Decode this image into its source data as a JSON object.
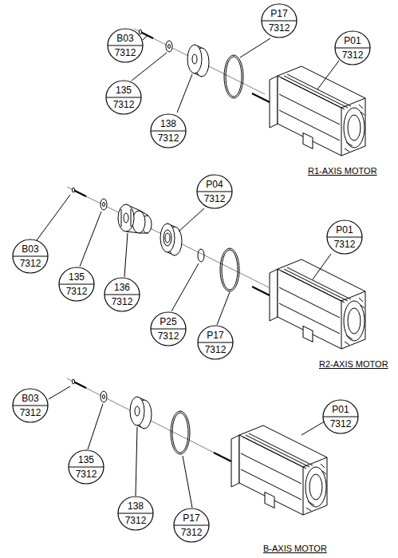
{
  "diagram": {
    "nodes": [
      {
        "text": [
          "B03",
          "7312"
        ]
      },
      {
        "text": [
          "P17",
          "7312"
        ]
      },
      {
        "text": [
          "P01",
          "7312"
        ]
      },
      {
        "text": [
          "135",
          "7312"
        ]
      },
      {
        "text": [
          "138",
          "7312"
        ]
      },
      {
        "text": [
          "P04",
          "7312"
        ]
      },
      {
        "text": [
          "P01",
          "7312"
        ]
      },
      {
        "text": [
          "B03",
          "7312"
        ]
      },
      {
        "text": [
          "135",
          "7312"
        ]
      },
      {
        "text": [
          "136",
          "7312"
        ]
      },
      {
        "text": [
          "P25",
          "7312"
        ]
      },
      {
        "text": [
          "P17",
          "7312"
        ]
      },
      {
        "text": [
          "P01",
          "7312"
        ]
      },
      {
        "text": [
          "B03",
          "7312"
        ]
      },
      {
        "text": [
          "135",
          "7312"
        ]
      },
      {
        "text": [
          "138",
          "7312"
        ]
      },
      {
        "text": [
          "P17",
          "7312"
        ]
      }
    ],
    "labels": [
      "R1-AXIS MOTOR",
      "R2-AXIS MOTOR",
      "B-AXIS MOTOR"
    ]
  }
}
